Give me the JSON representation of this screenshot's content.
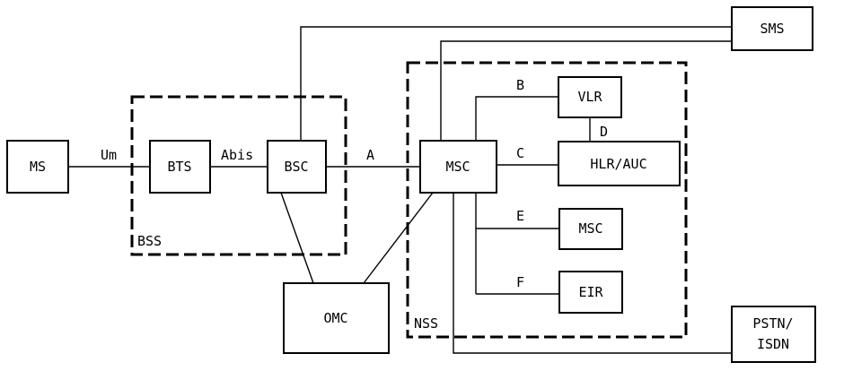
{
  "diagram": {
    "nodes": {
      "ms": "MS",
      "bts": "BTS",
      "bsc": "BSC",
      "msc_main": "MSC",
      "vlr": "VLR",
      "hlr_auc": "HLR/AUC",
      "msc_e": "MSC",
      "eir": "EIR",
      "omc": "OMC",
      "sms": "SMS",
      "pstn_line1": "PSTN/",
      "pstn_line2": "ISDN"
    },
    "interfaces": {
      "um": "Um",
      "abis": "Abis",
      "a": "A",
      "b": "B",
      "c": "C",
      "d": "D",
      "e": "E",
      "f": "F"
    },
    "groups": {
      "bss": "BSS",
      "nss": "NSS"
    }
  }
}
